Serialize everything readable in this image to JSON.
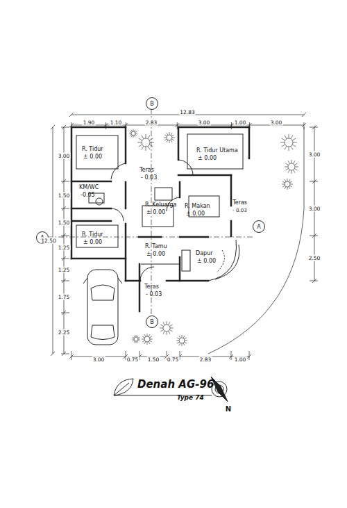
{
  "diagram": {
    "title": "Denah AG-96",
    "caption": "Type 74",
    "nodes": [
      {
        "text": [
          "R. Tidur",
          "± 0.00"
        ]
      },
      {
        "text": [
          "Teras",
          "- 0.03"
        ]
      },
      {
        "text": [
          "R. Tidur Utama",
          "± 0.00"
        ]
      },
      {
        "text": [
          "KM/WC",
          "-0.05"
        ]
      },
      {
        "text": [
          "R. Keluarga",
          "± 0.00"
        ]
      },
      {
        "text": [
          "R. Makan",
          "± 0.00"
        ]
      },
      {
        "text": [
          "Teras",
          "- 0.03"
        ]
      },
      {
        "text": [
          "R. Tidur",
          "± 0.00"
        ]
      },
      {
        "text": [
          "R. Tamu",
          "± 0.00"
        ]
      },
      {
        "text": [
          "Dapur",
          "± 0.00"
        ]
      },
      {
        "text": [
          "Teras",
          "- 0.03"
        ]
      },
      {
        "text": [
          "B"
        ]
      },
      {
        "text": [
          "A"
        ]
      },
      {
        "text": [
          "A"
        ]
      },
      {
        "text": [
          "B"
        ]
      }
    ],
    "edges": [],
    "labels": [
      "12.83",
      "1.90",
      "1.10",
      "2.83",
      "3.00",
      "1.00",
      "3.00",
      "3.00",
      "1.50",
      "1.50",
      "12.50",
      "1.25",
      "1.25",
      "1.75",
      "2.25",
      "3.00",
      "3.00",
      "2.50",
      "3.00",
      "0.75",
      "1.50",
      "0.75",
      "2.83",
      "1.00",
      "N"
    ]
  }
}
